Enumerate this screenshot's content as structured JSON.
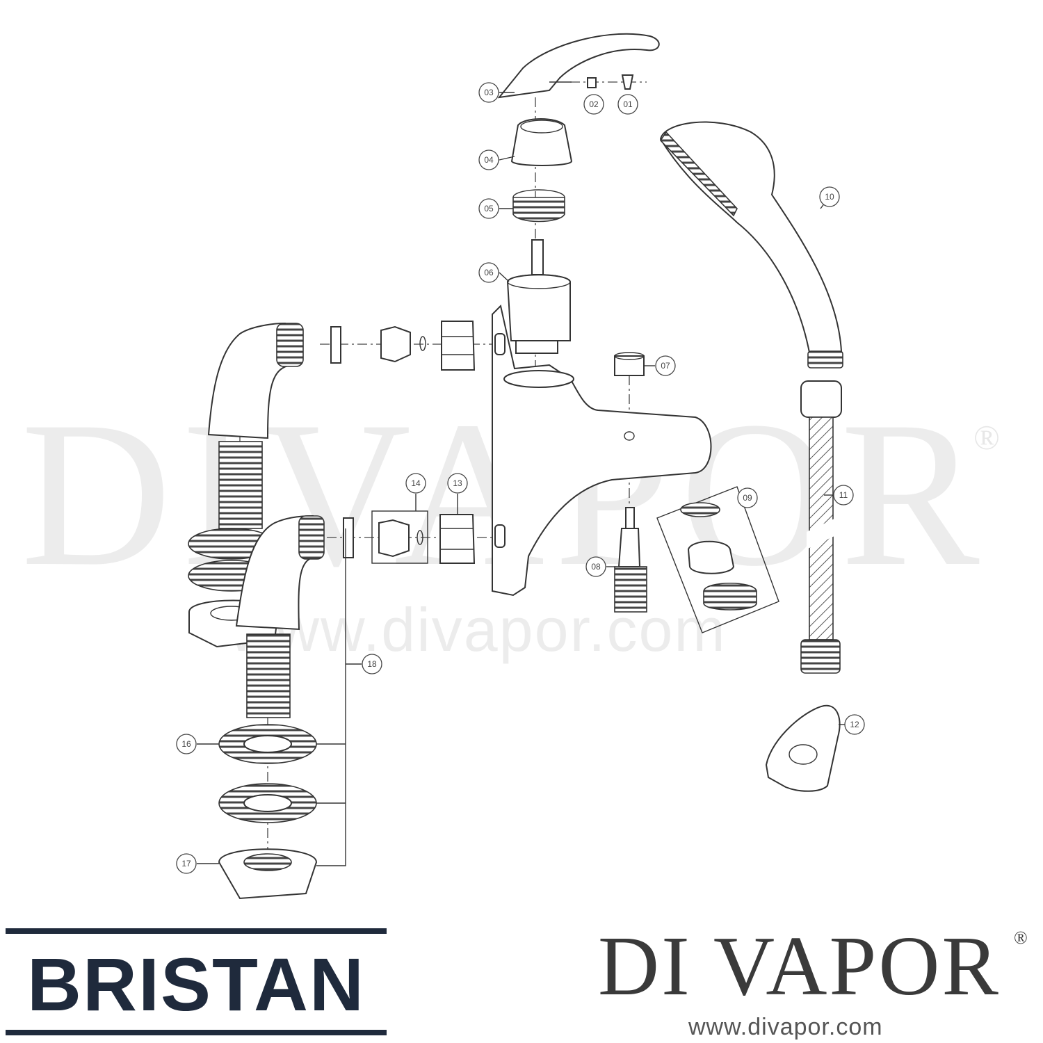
{
  "callouts": [
    {
      "label": "01"
    },
    {
      "label": "02"
    },
    {
      "label": "03"
    },
    {
      "label": "04"
    },
    {
      "label": "05"
    },
    {
      "label": "06"
    },
    {
      "label": "07"
    },
    {
      "label": "08"
    },
    {
      "label": "09"
    },
    {
      "label": "10"
    },
    {
      "label": "11"
    },
    {
      "label": "12"
    },
    {
      "label": "13"
    },
    {
      "label": "14"
    },
    {
      "label": "16"
    },
    {
      "label": "17"
    },
    {
      "label": "18"
    }
  ],
  "watermark": {
    "big_text": "DIVAPOR",
    "big_reg": "®",
    "url": "www.divapor.com"
  },
  "logos": {
    "bristan": "BRISTAN",
    "divapor": "DI VAPOR",
    "divapor_reg": "®",
    "divapor_url": "www.divapor.com"
  },
  "colors": {
    "bristan_navy": "#1f2a3c",
    "divapor_gray": "#3a3a3a",
    "line": "#333333"
  }
}
